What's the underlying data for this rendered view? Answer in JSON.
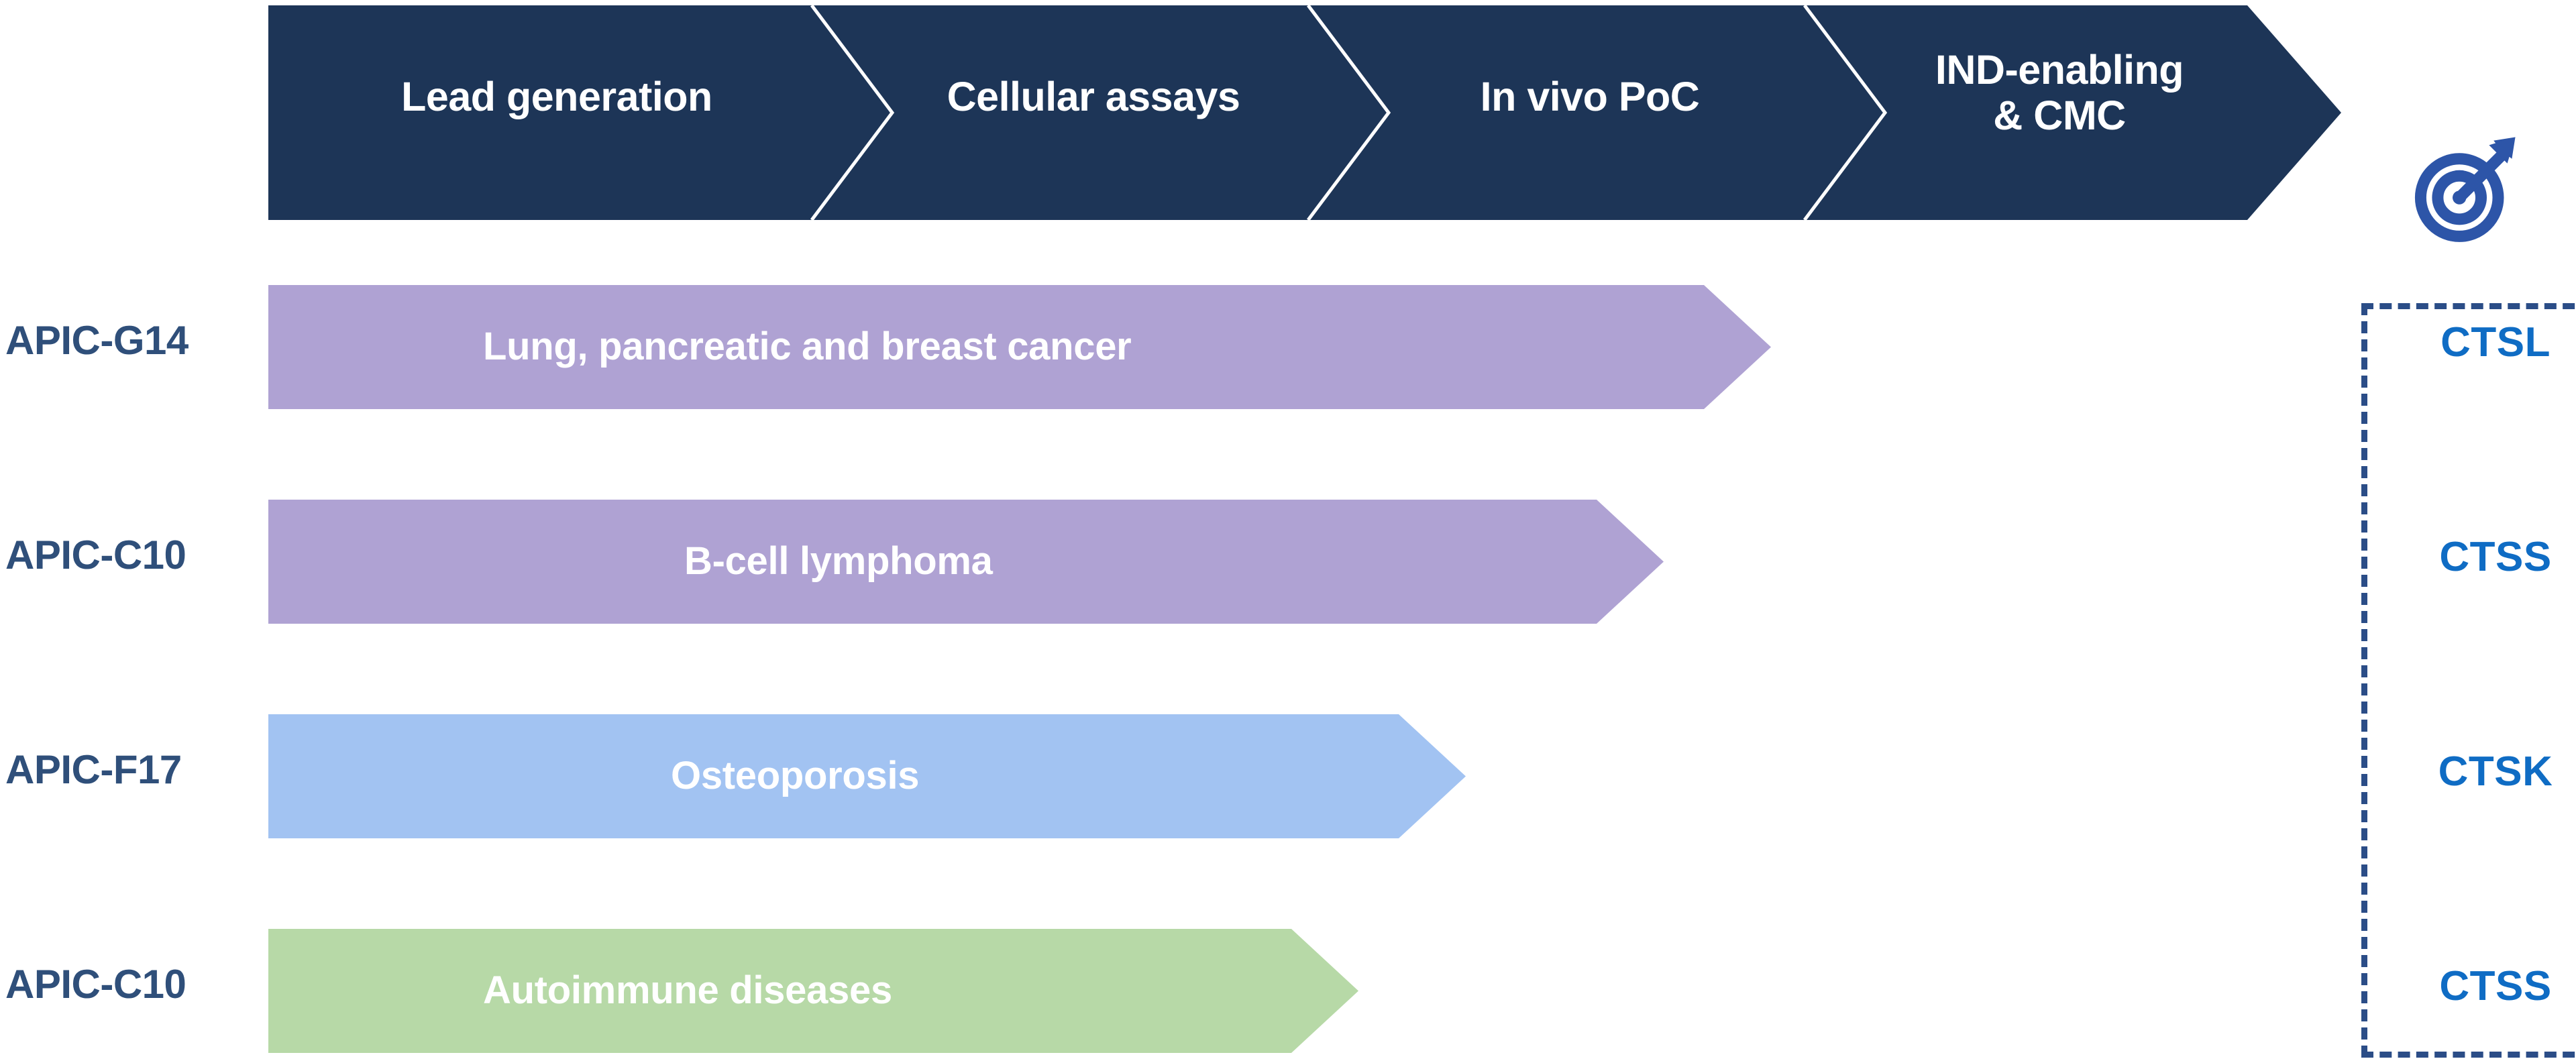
{
  "header": {
    "stages": [
      {
        "label": "Lead generation"
      },
      {
        "label": "Cellular assays"
      },
      {
        "label": "In vivo PoC"
      },
      {
        "label": "IND-enabling\n& CMC"
      }
    ],
    "arrow_color": "#1D3557",
    "text_color": "#FFFFFF",
    "target_icon": "target-dart-icon",
    "target_icon_color": "#2D55A8"
  },
  "target_box": {
    "border_color": "#2B4D87",
    "border_style": "dashed"
  },
  "programs": [
    {
      "code": "APIC-G14",
      "indication": "Lung, pancreatic and breast cancer",
      "target_class": "CTSL",
      "bar_color": "#AFA2D3",
      "progress_stage": "In vivo PoC"
    },
    {
      "code": "APIC-C10",
      "indication": "B-cell lymphoma",
      "target_class": "CTSS",
      "bar_color": "#AFA2D3",
      "progress_stage": "In vivo PoC"
    },
    {
      "code": "APIC-F17",
      "indication": "Osteoporosis",
      "target_class": "CTSK",
      "bar_color": "#A2C3F2",
      "progress_stage": "Cellular assays"
    },
    {
      "code": "APIC-C10",
      "indication": "Autoimmune diseases",
      "target_class": "CTSS",
      "bar_color": "#B7D9A7",
      "progress_stage": "Cellular assays"
    }
  ],
  "colors": {
    "navy": "#1D3557",
    "code_text": "#2F4F7A",
    "target_class_text": "#0F6CC4",
    "purple": "#AFA2D3",
    "blue": "#A2C3F2",
    "green": "#B7D9A7"
  }
}
